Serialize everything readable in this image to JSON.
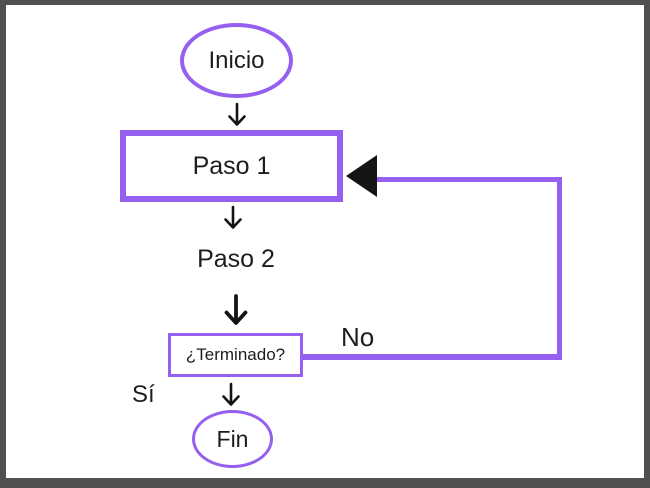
{
  "flowchart": {
    "nodes": {
      "start": {
        "label": "Inicio",
        "shape": "ellipse"
      },
      "step1": {
        "label": "Paso 1",
        "shape": "rectangle"
      },
      "step2": {
        "label": "Paso 2",
        "shape": "text"
      },
      "decision": {
        "label": "¿Terminado?",
        "shape": "rectangle"
      },
      "end": {
        "label": "Fin",
        "shape": "ellipse"
      }
    },
    "branch_labels": {
      "no": "No",
      "yes": "Sí"
    },
    "icons": {
      "down_arrow": "↓",
      "left_triangle": "◀"
    },
    "colors": {
      "accent_purple": "#9560f0",
      "arrow_black": "#141414",
      "frame_gray": "#505050",
      "canvas_white": "#ffffff",
      "text_color": "#1d1d1d"
    }
  }
}
